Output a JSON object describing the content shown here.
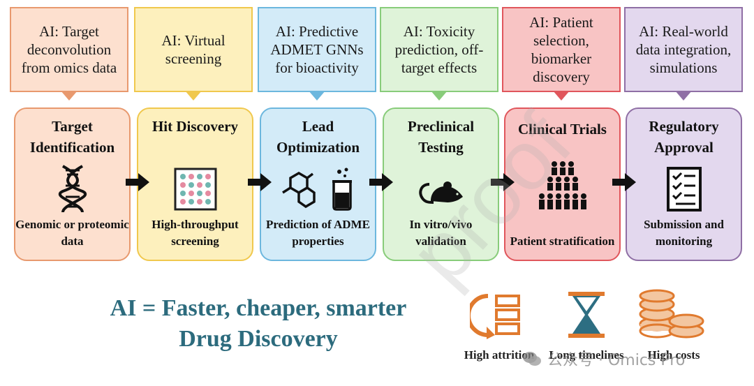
{
  "colors": {
    "target": {
      "border": "#e8996e",
      "fill": "#fde0cf"
    },
    "hit": {
      "border": "#f0c84d",
      "fill": "#fdf0bd"
    },
    "lead": {
      "border": "#6cb7de",
      "fill": "#d3ebf8"
    },
    "preclinical": {
      "border": "#88cc7a",
      "fill": "#dff3d9"
    },
    "clinical": {
      "border": "#e0565c",
      "fill": "#f8c4c4"
    },
    "regulatory": {
      "border": "#8f6fa5",
      "fill": "#e3d8ee"
    },
    "tagline": "#2c6b7d",
    "metric_orange": "#e07a2e",
    "metric_teal": "#2d6e82"
  },
  "callouts": [
    {
      "text": "AI: Target deconvolution from omics data"
    },
    {
      "text": "AI: Virtual screening"
    },
    {
      "text": "AI: Predictive ADMET GNNs for bioactivity"
    },
    {
      "text": "AI: Toxicity prediction, off-target effects"
    },
    {
      "text": "AI: Patient selection, biomarker discovery"
    },
    {
      "text": "AI: Real-world data integration, simulations"
    }
  ],
  "stages": [
    {
      "title": "Target Identification",
      "desc": "Genomic or proteomic data",
      "icon": "dna-icon"
    },
    {
      "title": "Hit Discovery",
      "desc": "High-throughput screening",
      "icon": "well-plate-icon"
    },
    {
      "title": "Lead Optimization",
      "desc": "Prediction of ADME properties",
      "icon": "molecule-beaker-icon"
    },
    {
      "title": "Preclinical Testing",
      "desc": "In vitro/vivo validation",
      "icon": "mouse-icon"
    },
    {
      "title": "Clinical Trials",
      "desc": "Patient stratification",
      "icon": "people-group-icon"
    },
    {
      "title": "Regulatory Approval",
      "desc": "Submission and monitoring",
      "icon": "checklist-icon"
    }
  ],
  "tagline": {
    "line1": "AI = Faster, cheaper, smarter",
    "line2": "Drug Discovery"
  },
  "metrics": [
    {
      "label": "High attrition",
      "icon": "attrition-icon"
    },
    {
      "label": "Long timelines",
      "icon": "hourglass-icon"
    },
    {
      "label": "High costs",
      "icon": "coins-icon"
    }
  ],
  "watermark": {
    "proof": "proof",
    "wechat": "公众号 · Omics Pro"
  }
}
